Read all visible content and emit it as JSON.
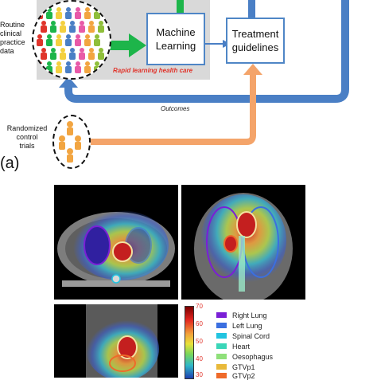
{
  "panel_a": {
    "routine_label_lines": [
      "Routine",
      "clinical",
      "practice",
      "data"
    ],
    "ml_box_lines": [
      "Machine",
      "Learning"
    ],
    "guidelines_box_lines": [
      "Treatment",
      "guidelines"
    ],
    "rapid_learning_label": "Rapid learning health care",
    "outcomes_label": "Outcomes",
    "rct_label_lines": [
      "Randomized",
      "control",
      "trials"
    ],
    "panel_label": "(a)"
  },
  "panel_b": {
    "colorbar_ticks": [
      "70",
      "60",
      "50",
      "40",
      "30"
    ],
    "legend": [
      {
        "label": "Right Lung",
        "color": "#7a1fd6"
      },
      {
        "label": "Left Lung",
        "color": "#3b6fe0"
      },
      {
        "label": "Spinal Cord",
        "color": "#22c4e0"
      },
      {
        "label": "Heart",
        "color": "#3ad6b8"
      },
      {
        "label": "Oesophagus",
        "color": "#8fe07a"
      },
      {
        "label": "GTVp1",
        "color": "#e8b93a"
      },
      {
        "label": "GTVp2",
        "color": "#ef6a2a"
      }
    ]
  }
}
